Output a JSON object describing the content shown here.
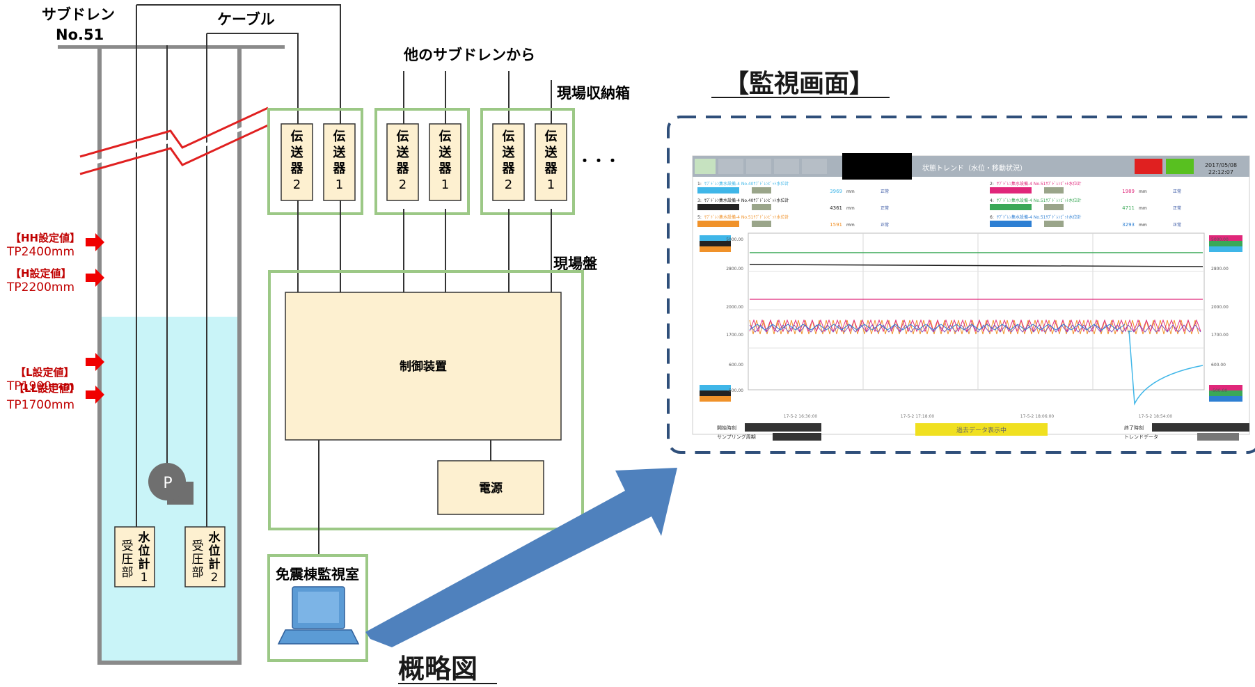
{
  "well": {
    "name_line1": "サブドレン",
    "name_line2": "No.51",
    "cable_label": "ケーブル",
    "pump_label": "P",
    "gauges": [
      {
        "lines": [
          "水",
          "位",
          "計",
          "1"
        ],
        "lines2": [
          "受",
          "圧",
          "部"
        ]
      },
      {
        "lines": [
          "水",
          "位",
          "計",
          "2"
        ],
        "lines2": [
          "受",
          "圧",
          "部"
        ]
      }
    ]
  },
  "setpoints": [
    {
      "label": "【HH設定値】",
      "value": "TP2400mm"
    },
    {
      "label": "【H設定値】",
      "value": "TP2200mm"
    },
    {
      "label": "【L設定値】",
      "value": "TP1900mm"
    },
    {
      "label": "【LL設定値】",
      "value": "TP1700mm"
    }
  ],
  "field": {
    "other_drains_label": "他のサブドレンから",
    "storage_box_label": "現場収納箱",
    "panel_label": "現場盤",
    "transmitters": [
      {
        "chars": [
          "伝",
          "送",
          "器",
          "2"
        ]
      },
      {
        "chars": [
          "伝",
          "送",
          "器",
          "1"
        ]
      }
    ],
    "ellipsis": "・・・",
    "controller_label": "制御装置",
    "power_label": "電源",
    "room_label": "免震棟監視室"
  },
  "monitor": {
    "title": "【監視画面】",
    "caption": "概略図",
    "screen_header": "状態トレンド（水位・移動状況）",
    "screen_date": "2017/05/08",
    "screen_time": "22:12:07",
    "series": [
      {
        "id": "1:",
        "name": "ｻﾌﾞﾄﾞﾚﾝ集水設備-4 No.40ｻﾌﾞﾄﾞﾚﾝﾋﾟｯﾄ水位計",
        "value": "3969",
        "unit": "mm",
        "status": "正常",
        "color": "#3fb6e8"
      },
      {
        "id": "2:",
        "name": "ｻﾌﾞﾄﾞﾚﾝ集水設備-4 No.51ｻﾌﾞﾄﾞﾚﾝﾋﾟｯﾄ水位計",
        "value": "1989",
        "unit": "mm",
        "status": "正常",
        "color": "#e0277a"
      },
      {
        "id": "3:",
        "name": "ｻﾌﾞﾄﾞﾚﾝ集水設備-4 No.40ｻﾌﾞﾄﾞﾚﾝﾋﾟｯﾄ水位計",
        "value": "4361",
        "unit": "mm",
        "status": "正常",
        "color": "#222222"
      },
      {
        "id": "4:",
        "name": "ｻﾌﾞﾄﾞﾚﾝ集水設備-4 No.51ｻﾌﾞﾄﾞﾚﾝﾋﾟｯﾄ水位計",
        "value": "4711",
        "unit": "mm",
        "status": "正常",
        "color": "#3aa857"
      },
      {
        "id": "5:",
        "name": "ｻﾌﾞﾄﾞﾚﾝ集水設備-4 No.51ｻﾌﾞﾄﾞﾚﾝﾋﾟｯﾄ水位計",
        "value": "1591",
        "unit": "mm",
        "status": "正常",
        "color": "#f0922a"
      },
      {
        "id": "6:",
        "name": "ｻﾌﾞﾄﾞﾚﾝ集水設備-4 No.51ｻﾌﾞﾄﾞﾚﾝﾋﾟｯﾄ水位計",
        "value": "3293",
        "unit": "mm",
        "status": "正常",
        "color": "#2d7fd3"
      }
    ],
    "y_ticks_left": [
      "5000.00",
      "2800.00",
      "2000.00",
      "1700.00",
      "600.00",
      "-500.00"
    ],
    "y_ticks_right": [
      "5000.00",
      "2800.00",
      "2000.00",
      "1700.00",
      "600.00",
      "-500.00"
    ],
    "x_ticks": [
      "17-5-2 16:30:00",
      "17-5-2 17:18:00",
      "17-5-2 18:06:00",
      "17-5-2 18:54:00"
    ],
    "footer_left1": "開始時刻",
    "footer_left2": "サンプリング周期",
    "footer_center": "過去データ表示中",
    "footer_right1": "終了時刻",
    "footer_right2": "トレンドデータ",
    "trend_series_colors": {
      "pink": "#e0277a",
      "green": "#3aa857",
      "black": "#222222",
      "orange": "#f0922a",
      "blue": "#2d7fd3",
      "cyan": "#3fb6e8",
      "purple": "#7a4fbf"
    }
  },
  "colors": {
    "water": "#c9f4f8",
    "well_wall": "#8a8a8a",
    "box_fill": "#fdf0d0",
    "panel_border": "#9cc886",
    "red": "#c00000",
    "arrow_red": "#f00000",
    "big_arrow": "#4f81bd",
    "dash": "#2f4f7a"
  }
}
